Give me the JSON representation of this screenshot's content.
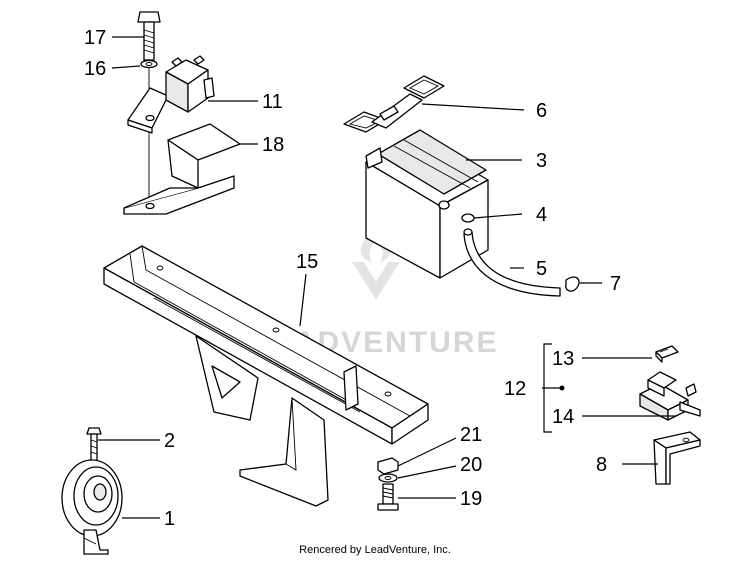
{
  "watermark": {
    "text": "LEADVENTURE",
    "color": "#d6d6d6"
  },
  "footer": {
    "text": "Rencered by LeadVenture, Inc."
  },
  "callouts": {
    "c1": "1",
    "c2": "2",
    "c3": "3",
    "c4": "4",
    "c5": "5",
    "c6": "6",
    "c7": "7",
    "c8": "8",
    "c11": "11",
    "c12": "12",
    "c13": "13",
    "c14": "14",
    "c15": "15",
    "c16": "16",
    "c17": "17",
    "c18": "18",
    "c19": "19",
    "c20": "20",
    "c21": "21"
  }
}
